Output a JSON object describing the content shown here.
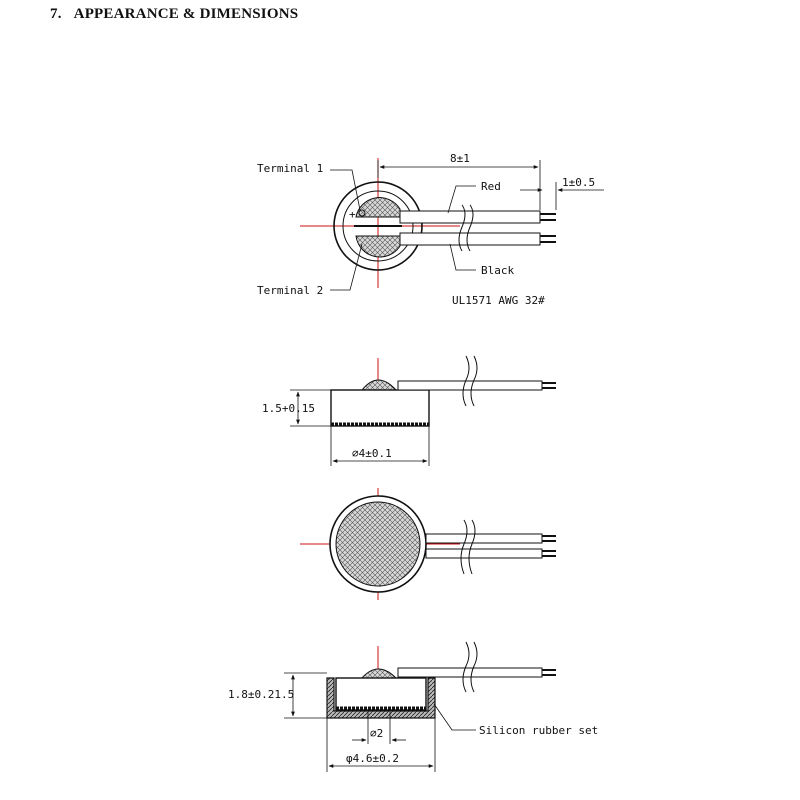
{
  "section": {
    "number": "7.",
    "title": "APPEARANCE & DIMENSIONS"
  },
  "top_view": {
    "terminal_1": "Terminal 1",
    "terminal_2": "Terminal 2",
    "plus_mark": "+",
    "wire_red": "Red",
    "wire_black": "Black",
    "wire_spec": "UL1571 AWG 32#",
    "dim_lead_length": "8±1",
    "dim_strip_length": "1±0.5"
  },
  "side_view": {
    "dim_height": "1.5+0.15",
    "dim_diameter": "⌀4±0.1"
  },
  "section_view": {
    "dim_height": "1.8±0.21.5",
    "dim_hole": "⌀2",
    "dim_outer_diameter": "φ4.6±0.2",
    "rubber_label": "Silicon rubber set"
  }
}
